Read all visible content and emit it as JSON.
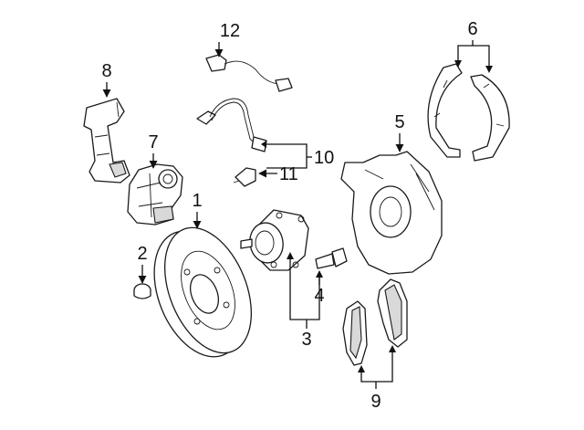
{
  "callouts": {
    "c1": "1",
    "c2": "2",
    "c3": "3",
    "c4": "4",
    "c5": "5",
    "c6": "6",
    "c7": "7",
    "c8": "8",
    "c9": "9",
    "c10": "10",
    "c11": "11",
    "c12": "12"
  },
  "colors": {
    "line": "#1a1a1a",
    "shade": "#d9d9d9",
    "background": "#ffffff"
  }
}
